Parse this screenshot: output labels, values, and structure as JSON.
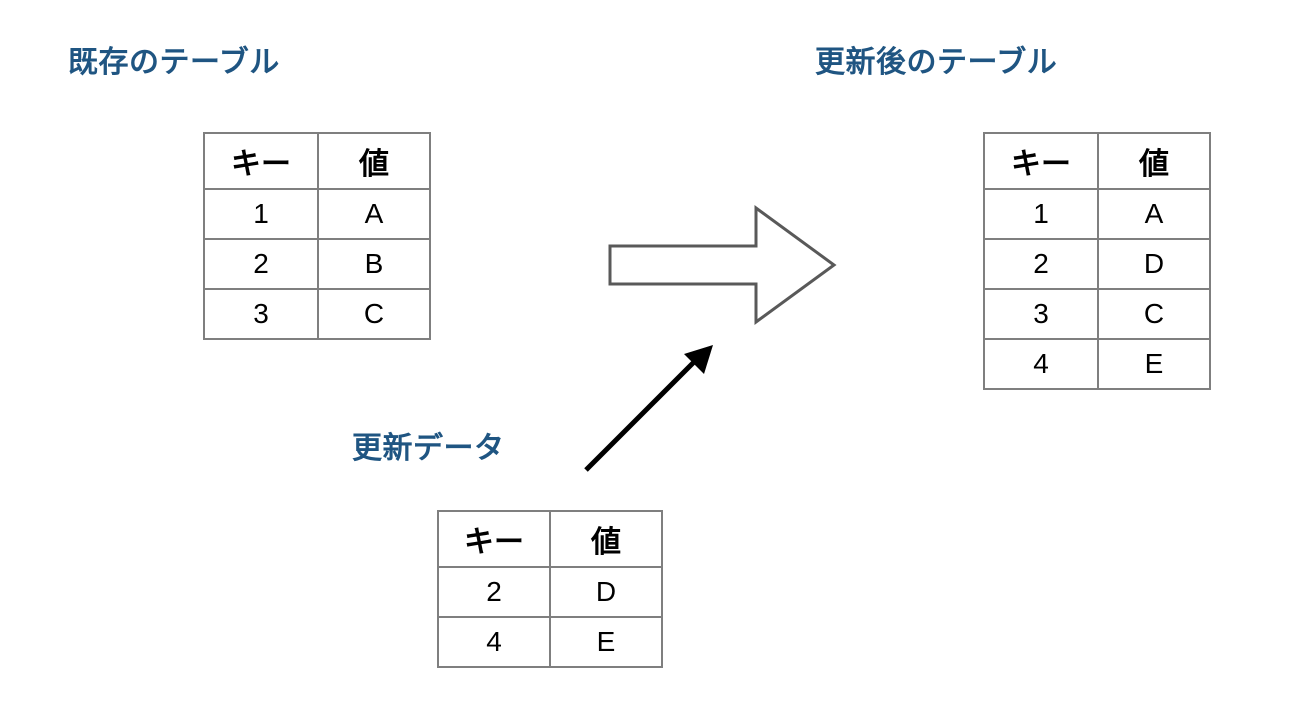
{
  "headings": {
    "existing_table": "既存のテーブル",
    "updated_table": "更新後のテーブル",
    "update_data": "更新データ"
  },
  "colors": {
    "heading_blue": "#1f5582",
    "highlight_red": "#ee2211",
    "table_border_gray": "#7f7f7f",
    "arrow_gray": "#595959",
    "arrow_black": "#000000",
    "background": "#ffffff"
  },
  "tables": {
    "existing": {
      "name": "既存のテーブル",
      "columns": [
        "キー",
        "値"
      ],
      "rows": [
        {
          "key": "1",
          "value": "A",
          "key_color": "black",
          "value_color": "black"
        },
        {
          "key": "2",
          "value": "B",
          "key_color": "black",
          "value_color": "black"
        },
        {
          "key": "3",
          "value": "C",
          "key_color": "black",
          "value_color": "black"
        }
      ]
    },
    "update_data": {
      "name": "更新データ",
      "columns": [
        "キー",
        "値"
      ],
      "rows": [
        {
          "key": "2",
          "value": "D",
          "key_color": "black",
          "value_color": "black"
        },
        {
          "key": "4",
          "value": "E",
          "key_color": "black",
          "value_color": "black"
        }
      ]
    },
    "updated": {
      "name": "更新後のテーブル",
      "columns": [
        "キー",
        "値"
      ],
      "rows": [
        {
          "key": "1",
          "value": "A",
          "key_color": "black",
          "value_color": "black"
        },
        {
          "key": "2",
          "value": "D",
          "key_color": "black",
          "value_color": "red"
        },
        {
          "key": "3",
          "value": "C",
          "key_color": "black",
          "value_color": "black"
        },
        {
          "key": "4",
          "value": "E",
          "key_color": "red",
          "value_color": "red"
        }
      ]
    }
  },
  "arrows": {
    "block_arrow": {
      "direction": "right",
      "style": "hollow-outline"
    },
    "diagonal_arrow": {
      "direction": "up-right",
      "style": "solid-line"
    }
  }
}
